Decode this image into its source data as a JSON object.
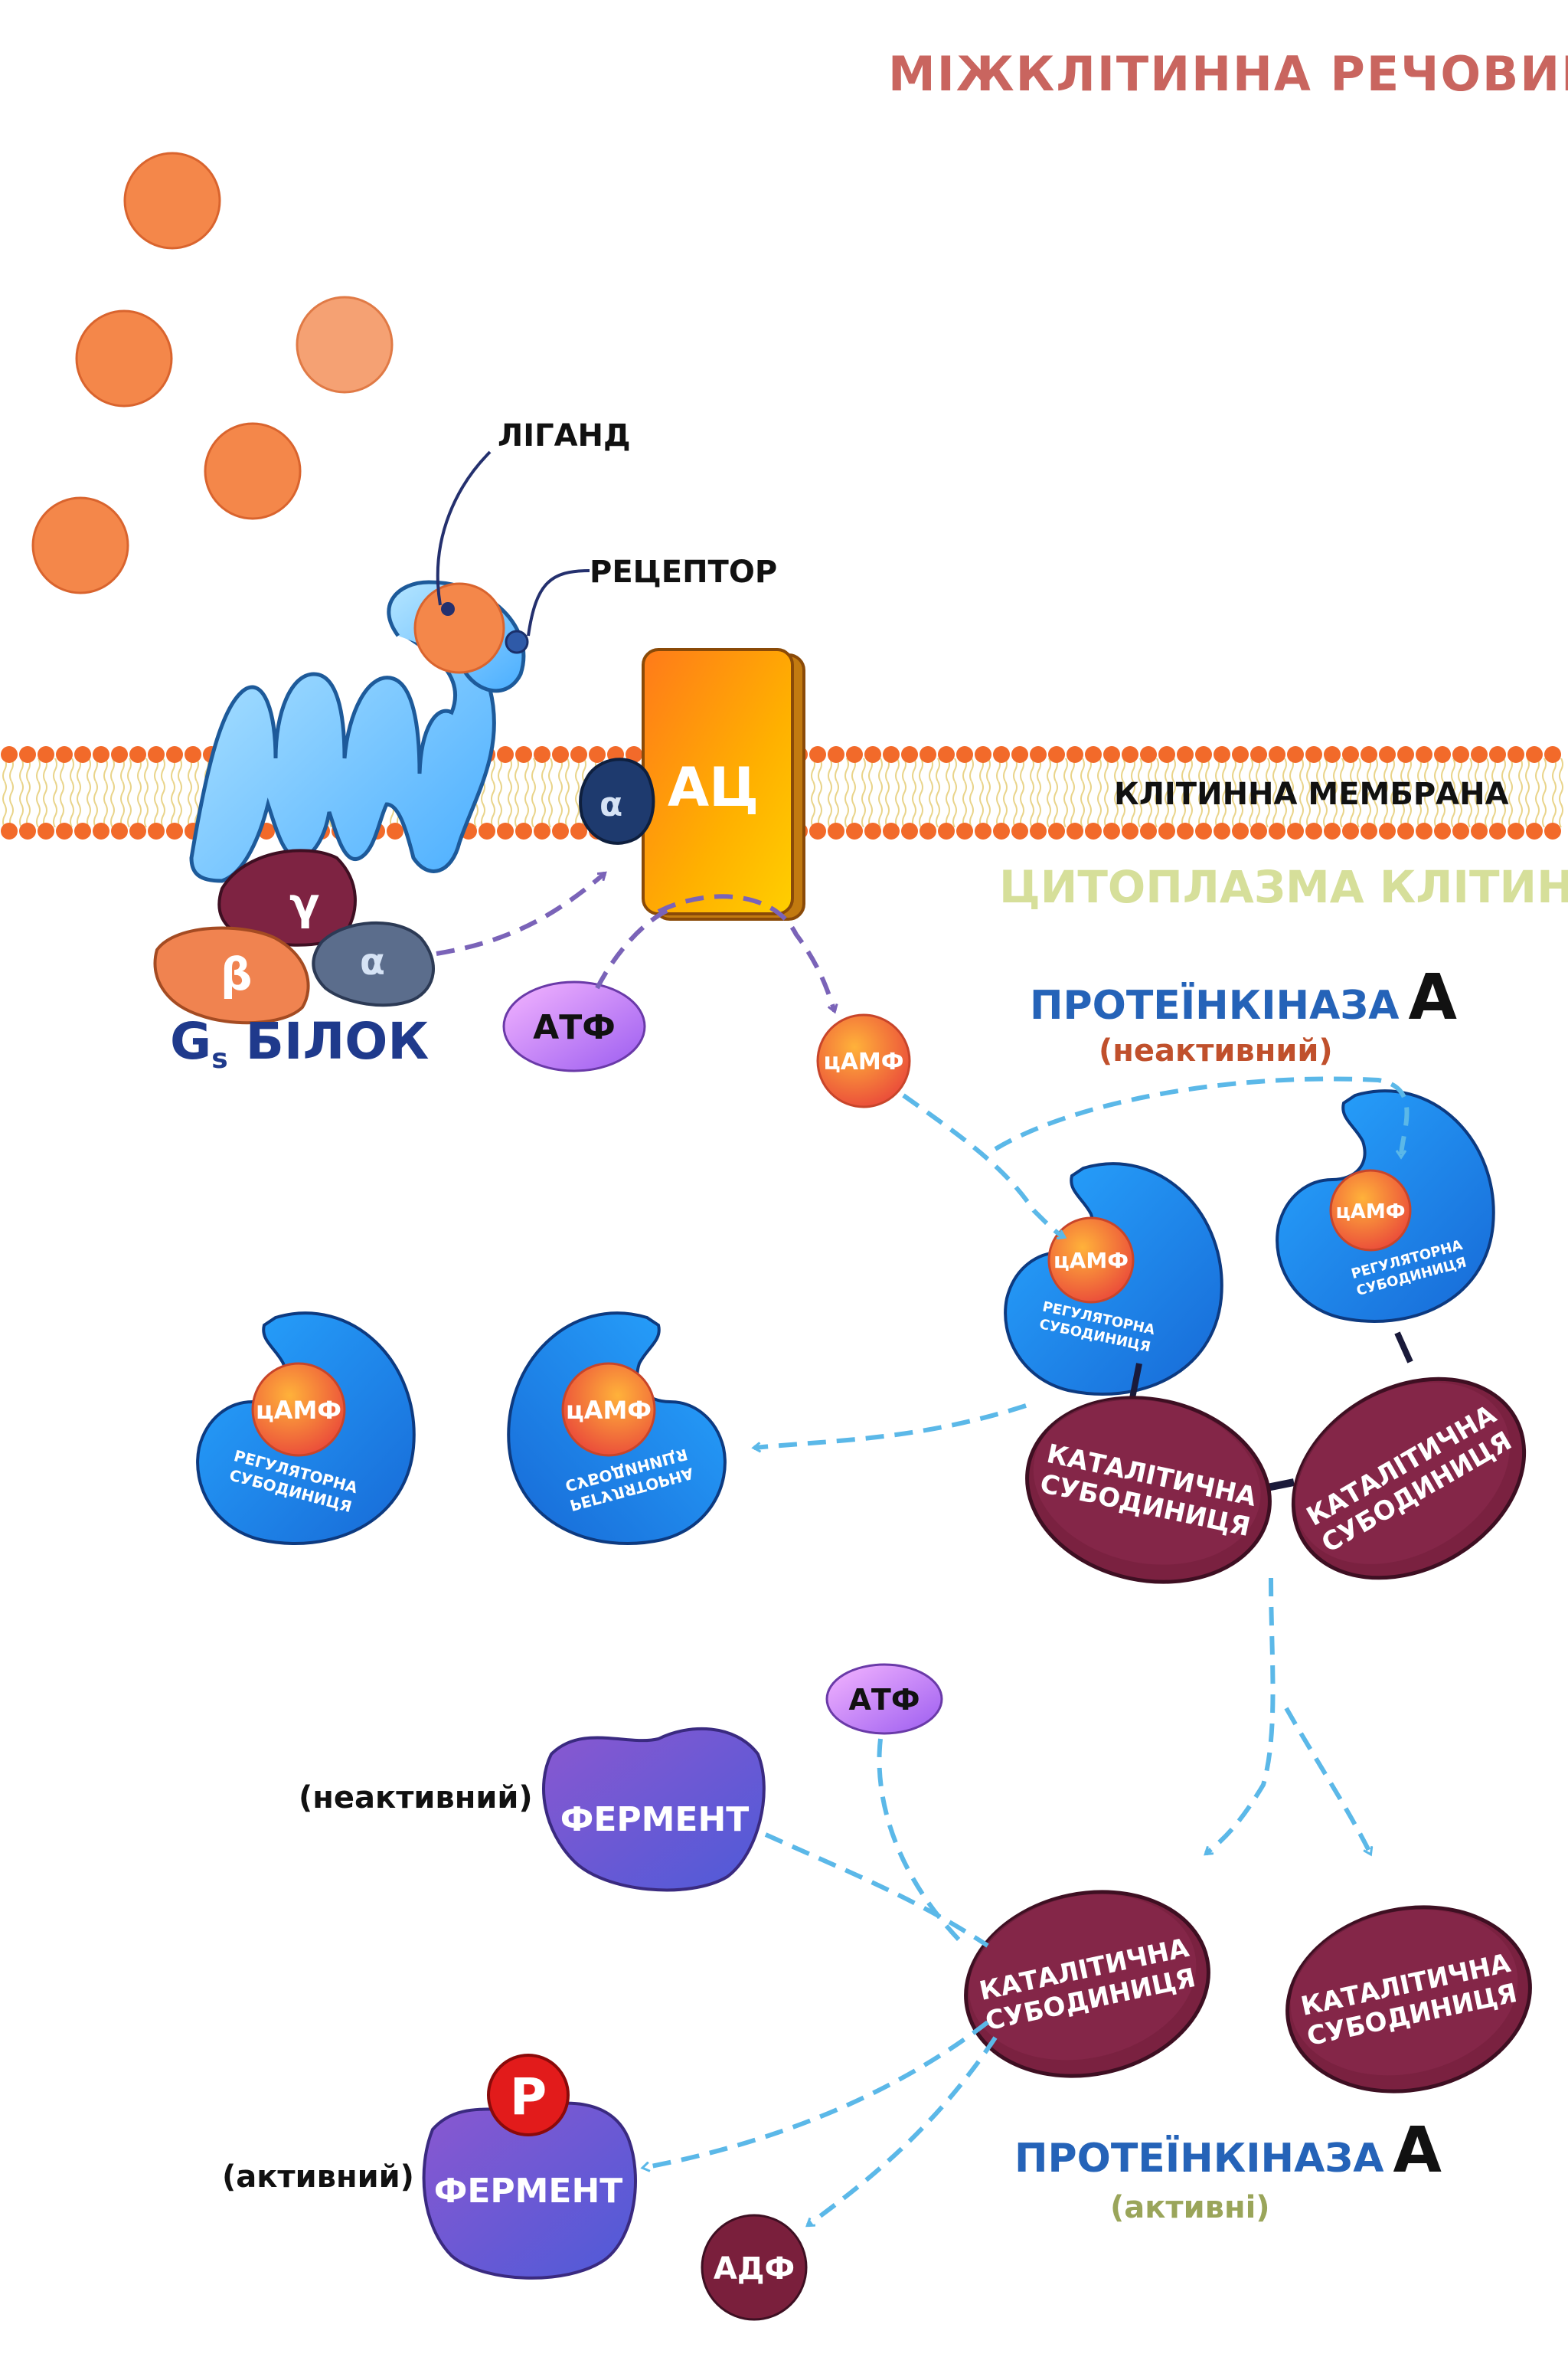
{
  "title": "МІЖКЛІТИННА РЕЧОВИНА",
  "labels": {
    "ligand": "ЛІГАНД",
    "receptor": "РЕЦЕПТОР",
    "membrane": "КЛІТИННА МЕМБРАНА",
    "cytoplasm": "ЦИТОПЛАЗМА КЛІТИНИ",
    "gs_prefix": "G",
    "gs_sub": "s",
    "gs_rest": " БІЛОК",
    "ac": "АЦ",
    "atp": "АТФ",
    "camp": "цАМФ",
    "adp": "АДФ",
    "phosphate": "P",
    "gamma": "γ",
    "beta": "β",
    "alpha": "α",
    "pka_title": "ПРОТЕЇНКІНАЗА",
    "pka_letter": "A",
    "inactive": "(неактивний)",
    "active_plural": "(активні)",
    "active": "(активний)",
    "enzyme": "ФЕРМЕНТ",
    "reg_line1": "РЕГУЛЯТОРНА",
    "reg_line2": "СУБОДИНИЦЯ",
    "cat_line1": "КАТАЛІТИЧНА",
    "cat_line2": "СУБОДИНИЦЯ"
  },
  "colors": {
    "title": "#c9655f",
    "membrane": "#f26a2a",
    "cytoplasm": "#d6df9a",
    "pka_blue": "#2563b8",
    "inactive_red": "#c0502c",
    "active_green": "#9aa55a",
    "catalytic": "#7a2140",
    "regulatory": "#1f8ee8",
    "enzyme": "#6552c8",
    "arrow_blue": "#5bb8e8",
    "arrow_purple": "#7a63b8"
  }
}
